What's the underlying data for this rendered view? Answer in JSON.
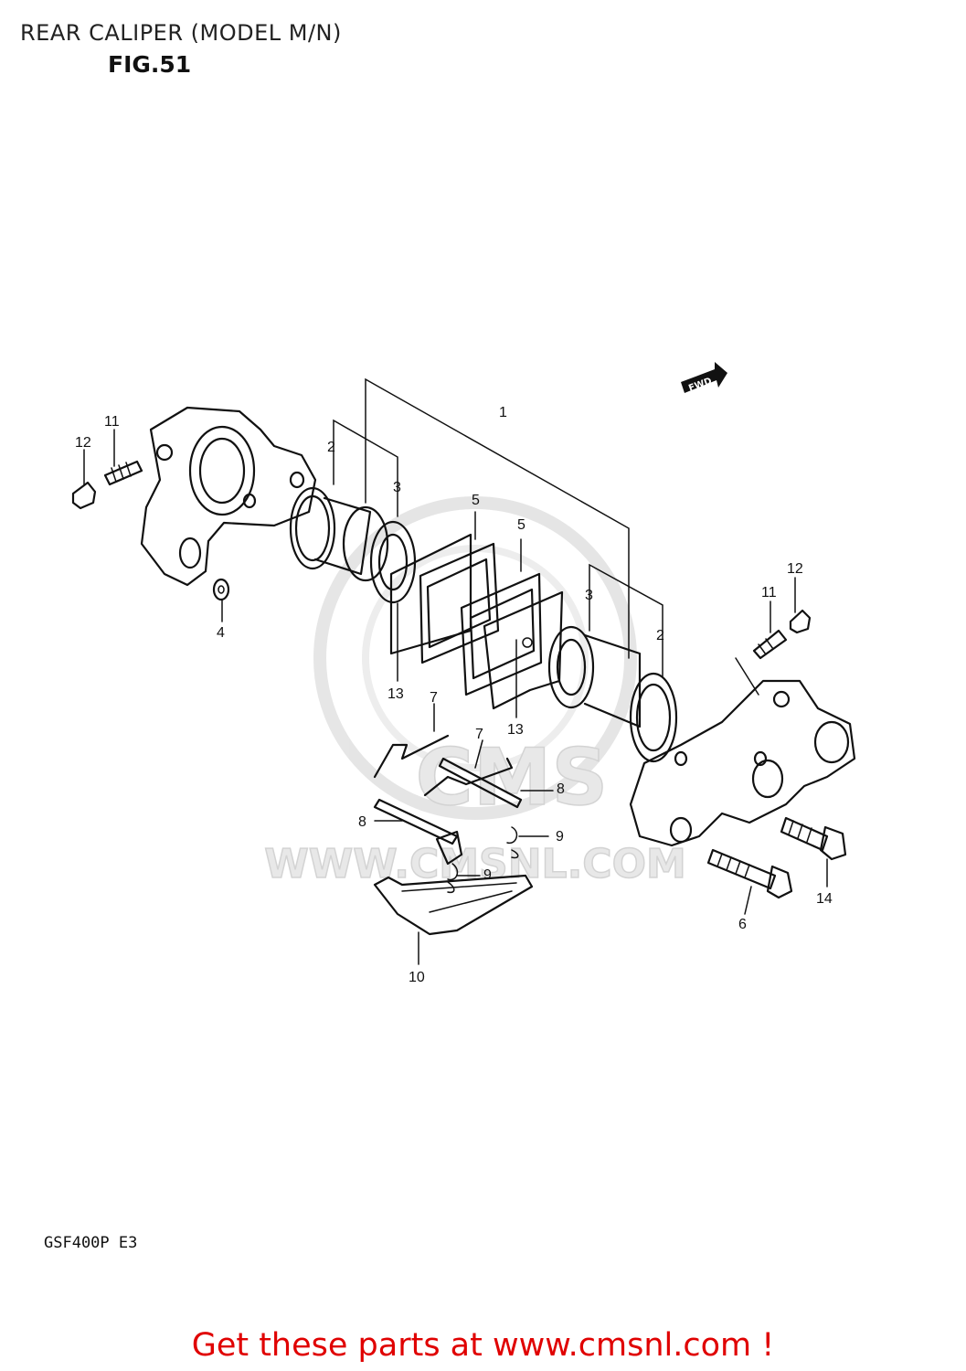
{
  "header": {
    "title": "REAR CALIPER (MODEL M/N)",
    "figure": "FIG.51"
  },
  "diagram": {
    "direction_arrow": "FWD",
    "watermark_logo": "CMS",
    "watermark_url": "WWW.CMSNL.COM",
    "callouts": {
      "c1": "1",
      "c2a": "2",
      "c2b": "2",
      "c3a": "3",
      "c3b": "3",
      "c4": "4",
      "c5a": "5",
      "c5b": "5",
      "c6": "6",
      "c7a": "7",
      "c7b": "7",
      "c8a": "8",
      "c8b": "8",
      "c9a": "9",
      "c9b": "9",
      "c10": "10",
      "c11a": "11",
      "c11b": "11",
      "c12a": "12",
      "c12b": "12",
      "c13a": "13",
      "c13b": "13",
      "c14": "14"
    }
  },
  "model_code": "GSF400P E3",
  "footer": {
    "cta": "Get these parts at www.cmsnl.com !",
    "cta_color": "#e00000"
  }
}
